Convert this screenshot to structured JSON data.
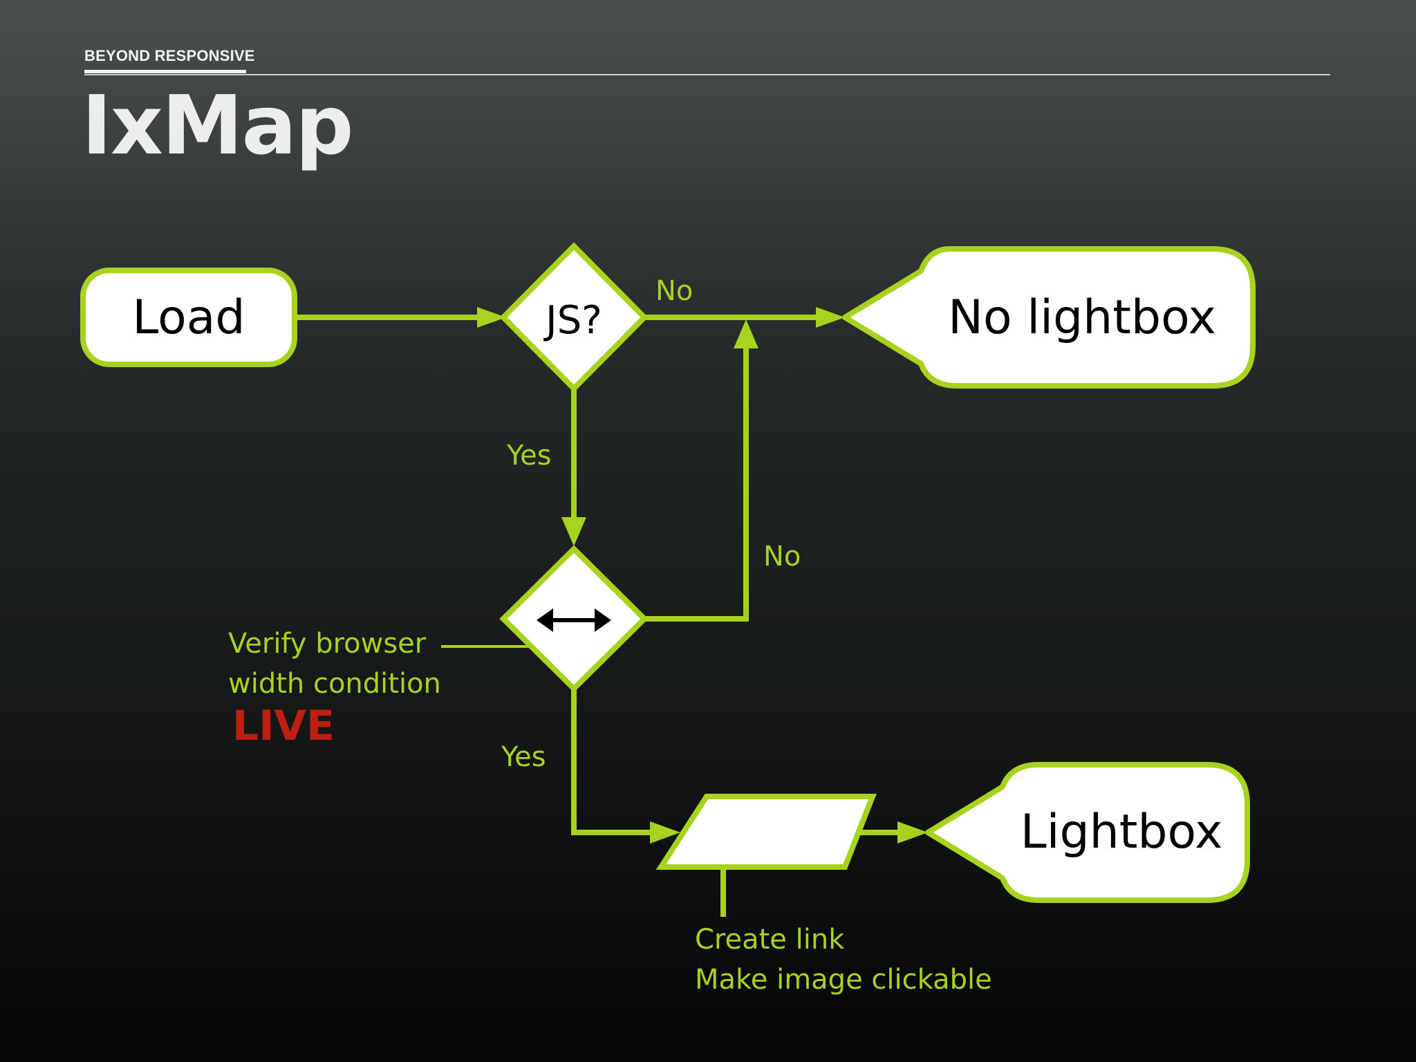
{
  "header": {
    "kicker": "BEYOND RESPONSIVE",
    "title": "IxMap"
  },
  "colors": {
    "accent": "#a7d21e",
    "node_fill": "#ffffff",
    "live": "#c01e10"
  },
  "nodes": {
    "load": "Load",
    "js_decision": "JS?",
    "width_decision_icon": "double-arrow-icon",
    "no_lightbox": "No lightbox",
    "lightbox": "Lightbox"
  },
  "edge_labels": {
    "js_no": "No",
    "js_yes": "Yes",
    "width_no": "No",
    "width_yes": "Yes"
  },
  "annotations": {
    "verify_line1": "Verify browser",
    "verify_line2": "width condition",
    "live": "LIVE",
    "create_link": "Create link",
    "make_clickable": "Make image clickable"
  }
}
